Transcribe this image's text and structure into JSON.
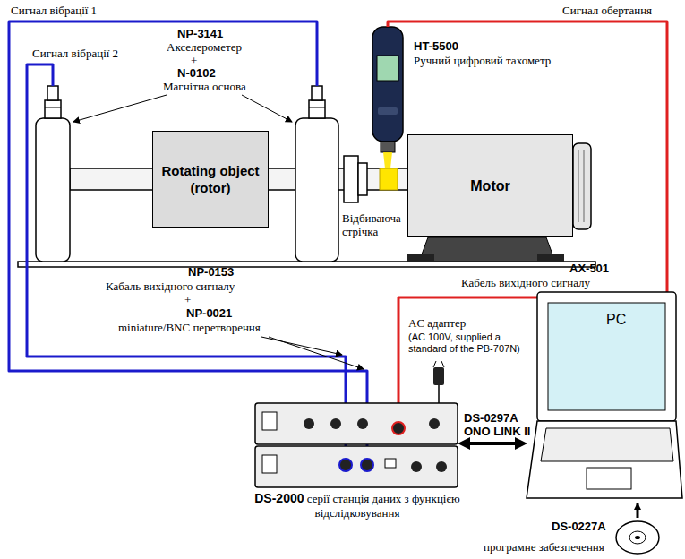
{
  "diagram": {
    "nodes": [
      {
        "text": [
          "Rotating object (rotor)"
        ]
      },
      {
        "text": [
          "Motor"
        ]
      },
      {
        "text": [
          "DS-2000",
          "серії станція даних з функцією відслідковування"
        ]
      },
      {
        "text": [
          "PC"
        ]
      }
    ],
    "edges": [
      {
        "from": 2,
        "to": 3,
        "arrow": "both",
        "label": "DS-0297A ONO LINK II"
      }
    ],
    "labels": [
      "Сигнал вібрації 1",
      "Сигнал обертання",
      "NP-3141",
      "Акселерометер",
      "+",
      "N-0102",
      "Магнітна основа",
      "Сигнал вібрації 2",
      "HT-5500",
      "Ручний цифровий тахометр",
      "Відбиваюча стрічка",
      "NP-0153",
      "Кабаль вихідного сигналу",
      "+",
      "NP-0021",
      "miniature/BNC перетворення",
      "AX-501",
      "Кабель вихідного сигналу",
      "AC адаптер",
      "(AC 100V, supplied a standard of the PB-707N)",
      "DS-0227A",
      "програмне забезпечення"
    ]
  }
}
